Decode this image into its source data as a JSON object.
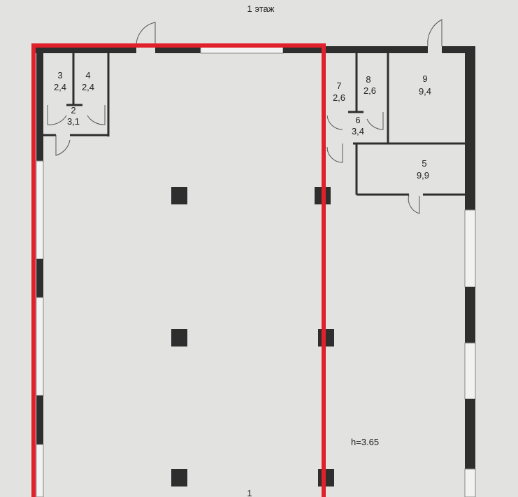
{
  "plan": {
    "title": "1 этаж",
    "ceiling_height": "h=3.65",
    "highlight_color": "#e0202a",
    "rooms": [
      {
        "number": "1",
        "area": ""
      },
      {
        "number": "2",
        "area": "3,1"
      },
      {
        "number": "3",
        "area": "2,4"
      },
      {
        "number": "4",
        "area": "2,4"
      },
      {
        "number": "5",
        "area": "9,9"
      },
      {
        "number": "6",
        "area": "3,4"
      },
      {
        "number": "7",
        "area": "2,6"
      },
      {
        "number": "8",
        "area": "2,6"
      },
      {
        "number": "9",
        "area": "9,4"
      }
    ]
  }
}
